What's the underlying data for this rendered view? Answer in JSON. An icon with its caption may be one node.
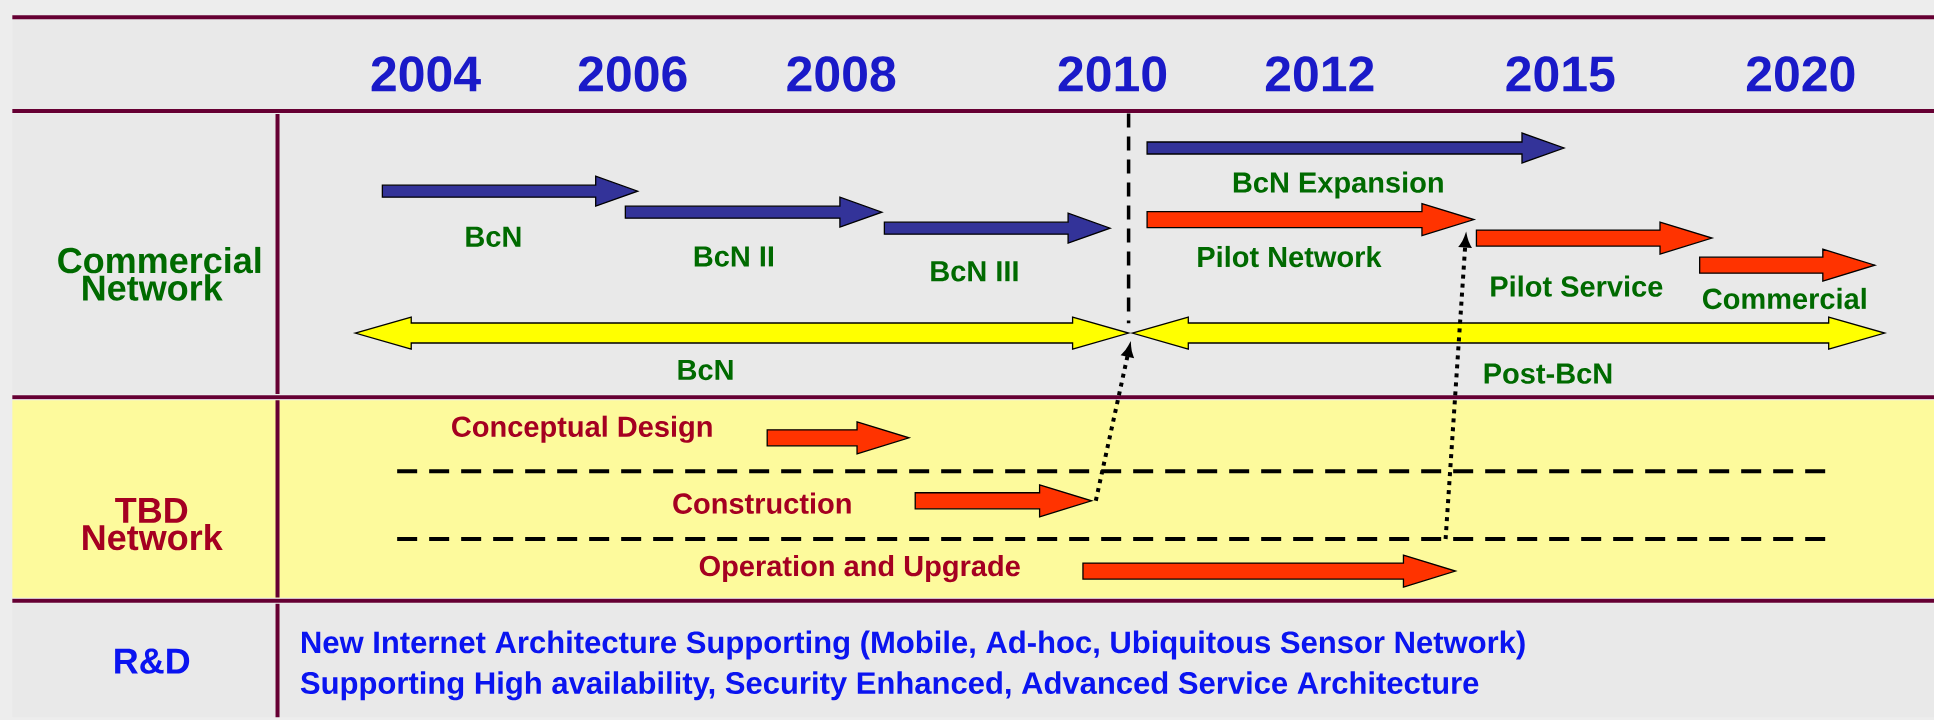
{
  "diagram": {
    "nodes": [
      {
        "text": [
          "Commercial Network"
        ]
      },
      {
        "text": [],
        "shape": "arrow",
        "beside": [
          "BcN"
        ],
        "in": 0
      },
      {
        "text": [],
        "shape": "arrow",
        "beside": [
          "BcN II"
        ],
        "in": 0
      },
      {
        "text": [],
        "shape": "arrow",
        "beside": [
          "BcN III"
        ],
        "in": 0
      },
      {
        "text": [],
        "shape": "arrow",
        "beside": [
          "BcN Expansion"
        ],
        "in": 0
      },
      {
        "text": [],
        "shape": "arrow",
        "beside": [
          "Pilot Network"
        ],
        "in": 0
      },
      {
        "text": [],
        "shape": "arrow",
        "beside": [
          "Pilot Service"
        ],
        "in": 0
      },
      {
        "text": [],
        "shape": "arrow",
        "beside": [
          "Commercial"
        ],
        "in": 0
      },
      {
        "text": [],
        "shape": "double-arrow",
        "beside": [
          "BcN"
        ],
        "in": 0
      },
      {
        "text": [],
        "shape": "double-arrow",
        "beside": [
          "Post-BcN"
        ],
        "in": 0
      },
      {
        "text": [
          "TBD Network"
        ]
      },
      {
        "text": [
          "Conceptual Design"
        ],
        "in": 10
      },
      {
        "text": [
          "Construction"
        ],
        "in": 10
      },
      {
        "text": [
          "Operation and Upgrade"
        ],
        "in": 10
      },
      {
        "text": [
          "R&D",
          "New Internet Architecture Supporting (Mobile, Ad-hoc, Ubiquitous Sensor Network)",
          "Supporting High availability, Security Enhanced, Advanced Service Architecture"
        ]
      }
    ],
    "edges": [
      {
        "from": 12,
        "to": 8,
        "arrow": "to",
        "style": "dashed"
      },
      {
        "from": null,
        "to": 5,
        "arrow": "to",
        "style": "dashed"
      }
    ],
    "labels": [
      "2004",
      "2006",
      "2008",
      "2010",
      "2012",
      "2015",
      "2020"
    ]
  }
}
